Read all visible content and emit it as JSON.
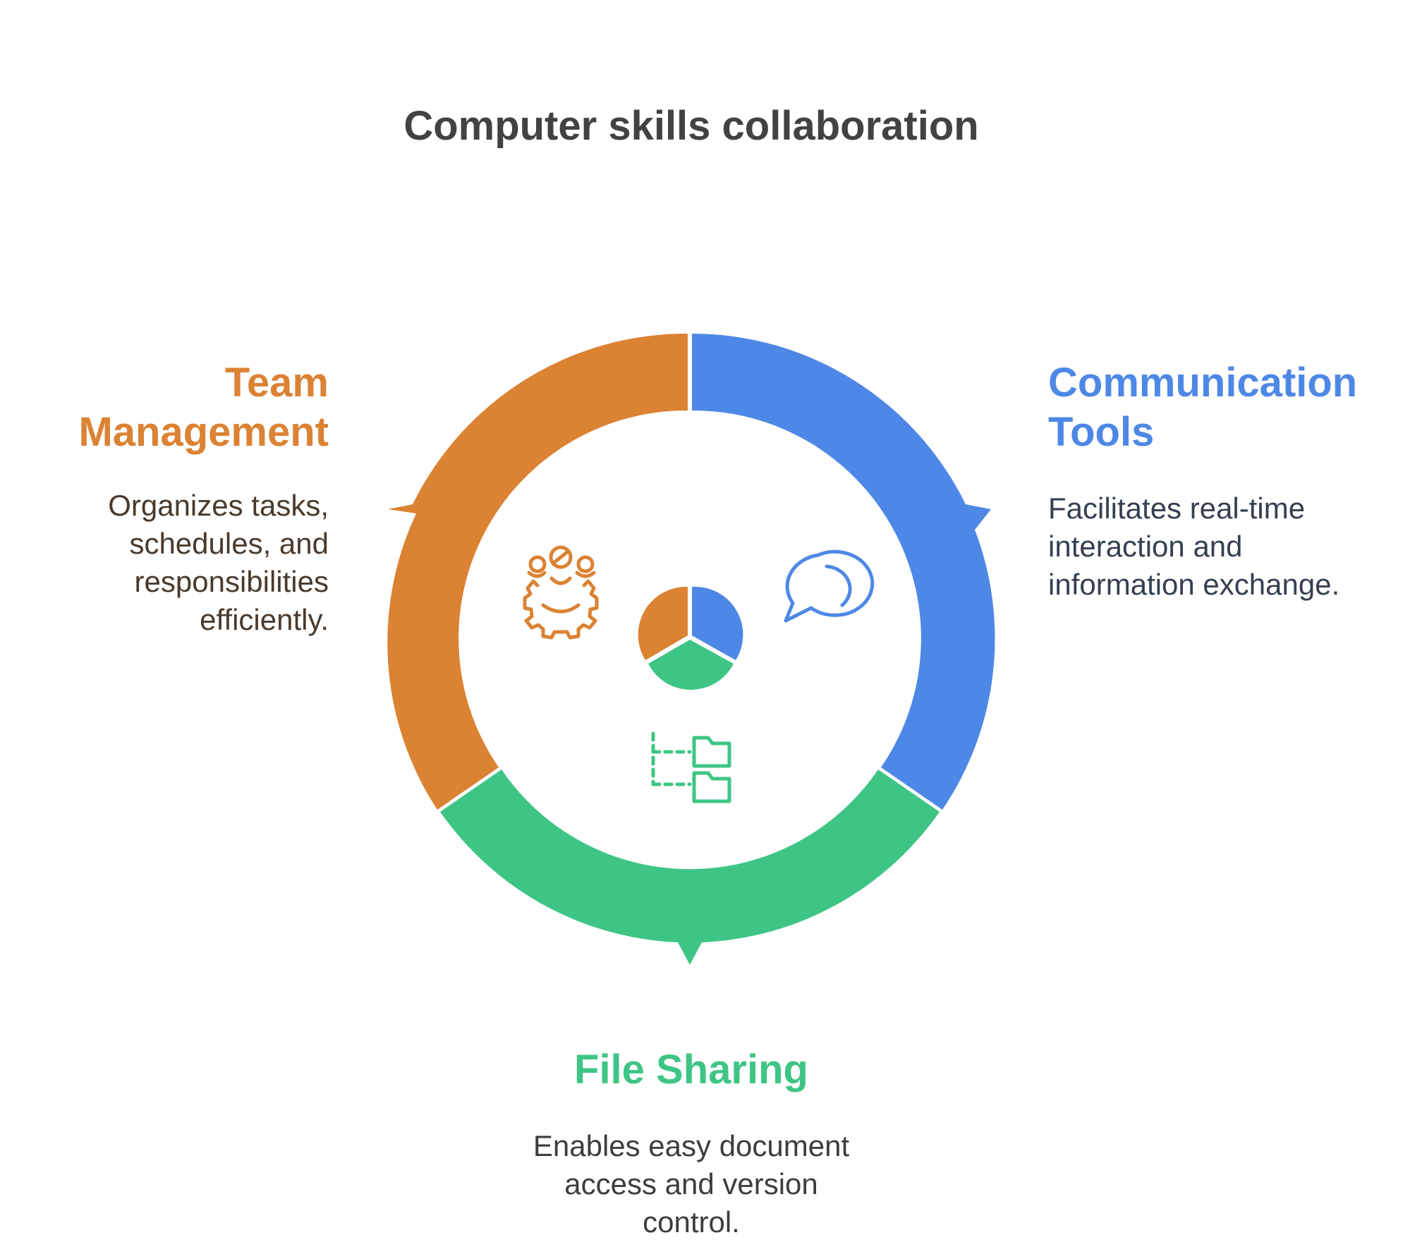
{
  "title": "Computer skills collaboration",
  "colors": {
    "orange": "#DB8233",
    "blue": "#4E88E6",
    "green": "#3EC585"
  },
  "segments": {
    "team": {
      "title_line1": "Team",
      "title_line2": "Management",
      "desc_lines": [
        "Organizes tasks,",
        "schedules, and",
        "responsibilities",
        "efficiently."
      ],
      "icon": "team-gear-icon"
    },
    "comm": {
      "title_line1": "Communication",
      "title_line2": "Tools",
      "desc_lines": [
        "Facilitates real-time",
        "interaction and",
        "information exchange."
      ],
      "icon": "speech-bubble-icon"
    },
    "file": {
      "title": "File Sharing",
      "desc_lines": [
        "Enables easy document",
        "access and version",
        "control."
      ],
      "icon": "folder-tree-icon"
    }
  }
}
